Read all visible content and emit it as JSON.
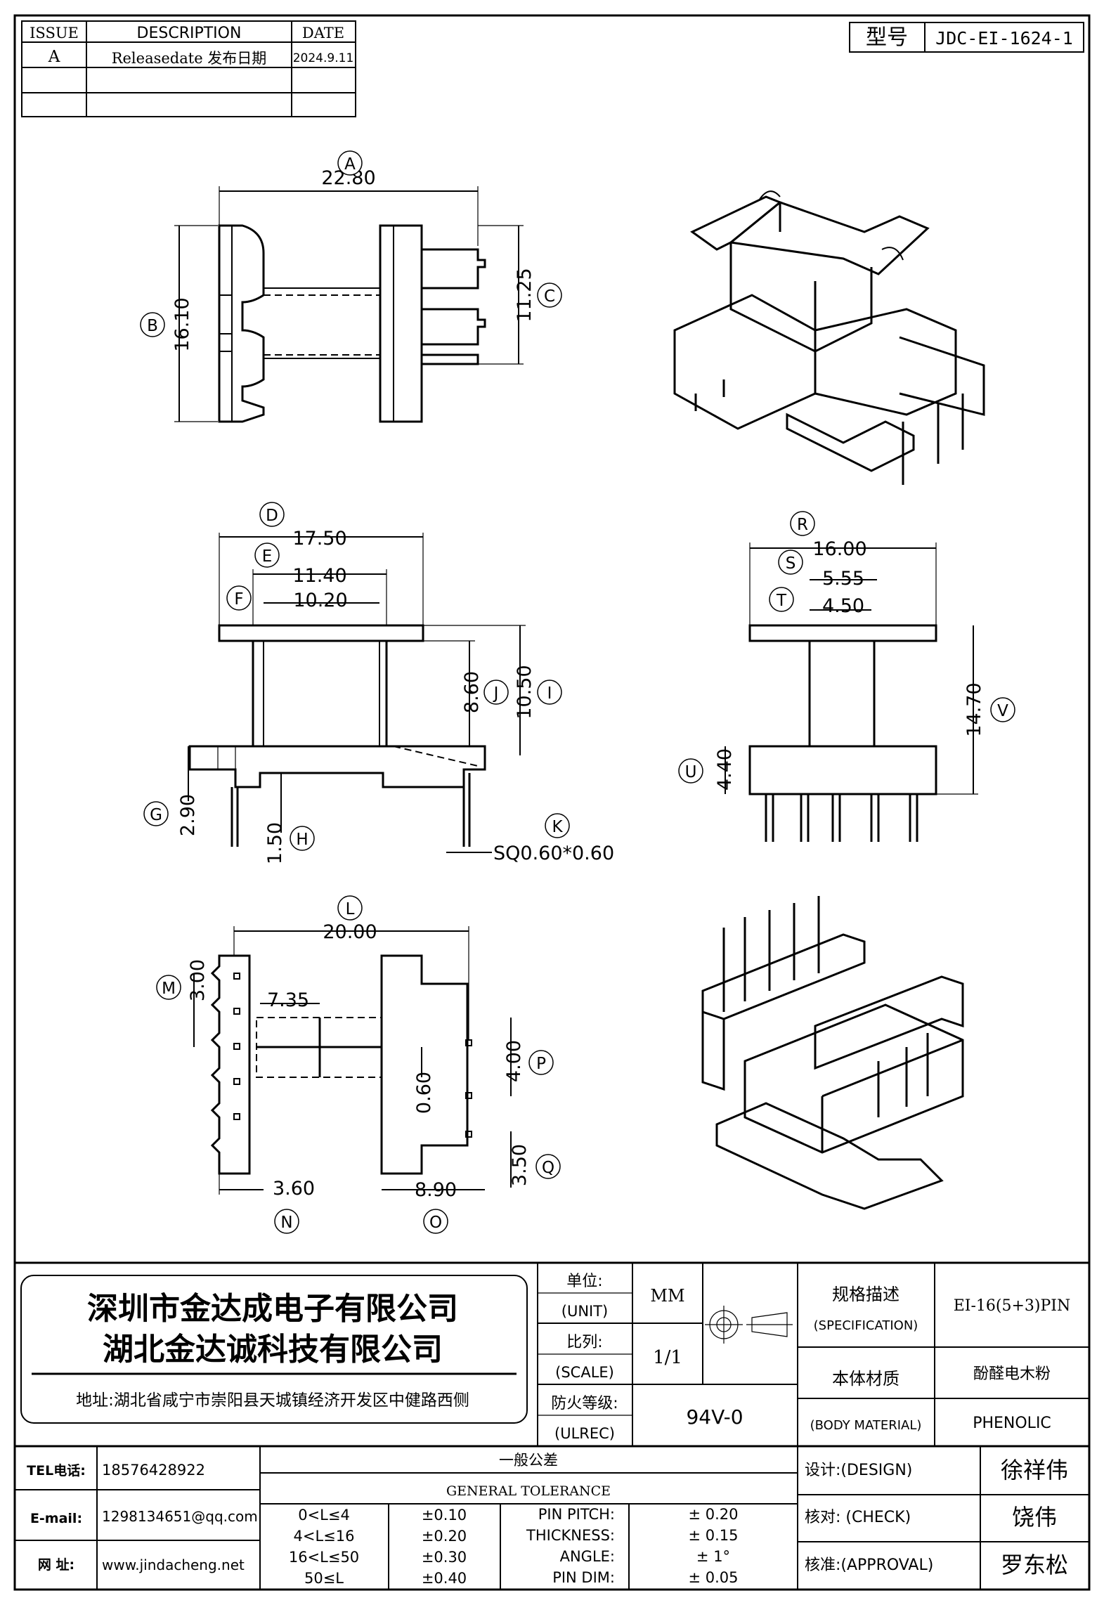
{
  "revision_table": {
    "headers": [
      "ISSUE",
      "DESCRIPTION",
      "DATE"
    ],
    "rows": [
      {
        "issue": "A",
        "description": "Releasedate 发布日期",
        "date": "2024.9.11"
      }
    ]
  },
  "model": {
    "label": "型号",
    "value": "JDC-EI-1624-1"
  },
  "dimensions": {
    "top_view": {
      "A": "22.80",
      "B": "16.10",
      "C": "11.25",
      "labels": [
        "A",
        "B",
        "C"
      ]
    },
    "side_view": {
      "D": "17.50",
      "E": "11.40",
      "F": "10.20",
      "I": "8.60",
      "J": "10.50",
      "G": "2.90",
      "H": "1.50",
      "K": "SQ0.60*0.60",
      "labels": [
        "D",
        "E",
        "F",
        "G",
        "H",
        "I",
        "J",
        "K"
      ]
    },
    "end_view": {
      "R": "16.00",
      "S": "5.55",
      "T": "4.50",
      "U": "4.40",
      "V": "14.70",
      "labels": [
        "R",
        "S",
        "T",
        "U",
        "V"
      ]
    },
    "bottom_view": {
      "L": "20.00",
      "M": "3.00",
      "N": "3.60",
      "O": "8.90",
      "P": "4.00",
      "Q": "3.50",
      "inner_1": "7.35",
      "inner_2": "0.60",
      "labels": [
        "L",
        "M",
        "N",
        "O",
        "P",
        "Q"
      ]
    }
  },
  "title_block": {
    "company_1": "深圳市金达成电子有限公司",
    "company_2": "湖北金达诚科技有限公司",
    "address": "地址:湖北省咸宁市崇阳县天城镇经济开发区中健路西侧",
    "unit_label_cn": "单位:",
    "unit_label_en": "(UNIT)",
    "unit_value": "MM",
    "scale_label_cn": "比列:",
    "scale_label_en": "(SCALE)",
    "scale_value": "1/1",
    "fire_label_cn": "防火等级:",
    "fire_label_en": "(ULREC)",
    "fire_value": "94V-0",
    "spec_label_cn": "规格描述",
    "spec_label_en": "(SPECIFICATION)",
    "spec_value": "EI-16(5+3)PIN",
    "material_label_cn": "本体材质",
    "material_label_en": "(BODY MATERIAL)",
    "material_value_cn": "酚醛电木粉",
    "material_value_en": "PHENOLIC",
    "tel_label": "TEL电话:",
    "tel_value": "18576428922",
    "email_label": "E-mail:",
    "email_value": "1298134651@qq.com",
    "web_label": "网  址:",
    "web_value": "www.jindacheng.net",
    "tolerance_title_cn": "一般公差",
    "tolerance_title_en": "GENERAL TOLERANCE",
    "tolerance_rows": [
      {
        "range": "0<L≤4",
        "tol": "±0.10"
      },
      {
        "range": "4<L≤16",
        "tol": "±0.20"
      },
      {
        "range": "16<L≤50",
        "tol": "±0.30"
      },
      {
        "range": "50≤L",
        "tol": "±0.40"
      }
    ],
    "pin_rows": [
      {
        "label": "PIN PITCH:",
        "value": "± 0.20"
      },
      {
        "label": "THICKNESS:",
        "value": "± 0.15"
      },
      {
        "label": "ANGLE:",
        "value": "± 1°"
      },
      {
        "label": "PIN DIM:",
        "value": "± 0.05"
      }
    ],
    "design_label": "设计:(DESIGN)",
    "design_name": "徐祥伟",
    "check_label": "核对: (CHECK)",
    "check_name": "饶伟",
    "approval_label": "核准:(APPROVAL)",
    "approval_name": "罗东松"
  }
}
